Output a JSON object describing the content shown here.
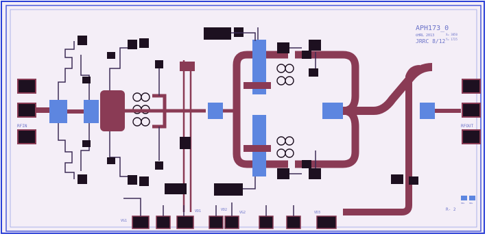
{
  "chip": {
    "part_number": "APH173_0",
    "copyright": "©HRL 2013",
    "subtitle": "JRRC 8/12",
    "dim_x": "X= 3050",
    "dim_y": "Y= 1725",
    "rf_in": "RFIN",
    "rf_out": "RFOUT",
    "rev": "R- 2",
    "pad_labels": [
      "VG1",
      "VD1",
      "VG2",
      "VD2",
      "VD3"
    ],
    "mark_labels": [
      "HRL",
      "HRL"
    ]
  },
  "colors": {
    "background": "#f4eef7",
    "border": "#2a3fd6",
    "metal": "#8a3b55",
    "capacitor": "#5d86e0",
    "pad": "#1d1020",
    "line": "#3b2a55"
  }
}
